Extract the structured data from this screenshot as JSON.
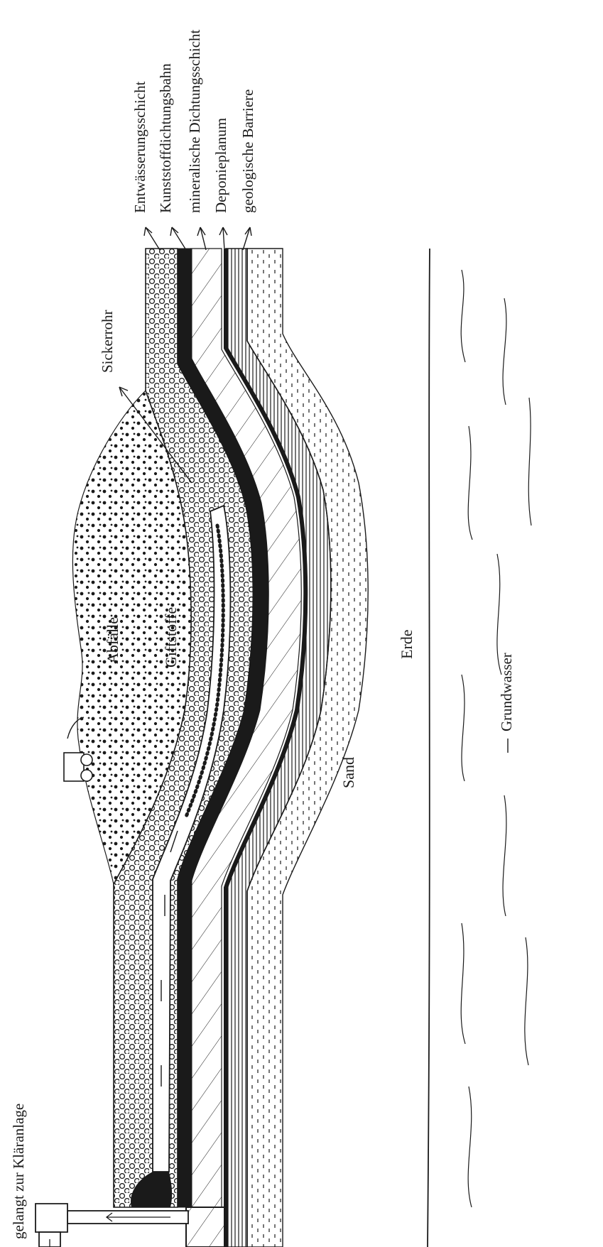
{
  "labels": {
    "entwaesserungsschicht": "Entwässerungsschicht",
    "kunststoffdichtungsbahn": "Kunststoffdichtungsbahn",
    "mineralische_dichtungsschicht": "mineralische Dichtungsschicht",
    "deponieplanum": "Deponieplanum",
    "geologische_barriere": "geologische Barriere",
    "sickerrohr": "Sickerrohr",
    "abfaelle": "Abfälle",
    "giftstoffe": "Giftstoffe",
    "sand": "Sand",
    "erde": "Erde",
    "grundwasser": "Grundwasser",
    "klaeranlage": "gelangt zur Kläranlage"
  },
  "colors": {
    "ink": "#1a1a1a",
    "paper": "#ffffff"
  }
}
